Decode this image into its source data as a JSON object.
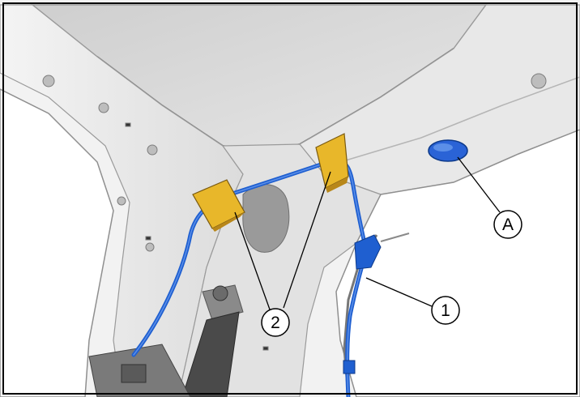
{
  "colors": {
    "harness": "#1f5fd0",
    "harness_highlight": "#5b8fe8",
    "tape": "#e8b72a",
    "tape_shadow": "#b8871a",
    "plug": "#2a63d6",
    "frame_border": "#000000",
    "panel_light": "#ededed",
    "panel_mid": "#d4d4d4",
    "panel_dark": "#8c8c8c",
    "belt_dark": "#4a4a4a"
  },
  "callouts": [
    {
      "id": "harness",
      "label": "1"
    },
    {
      "id": "tape",
      "label": "2"
    },
    {
      "id": "plug",
      "label": "A"
    }
  ]
}
